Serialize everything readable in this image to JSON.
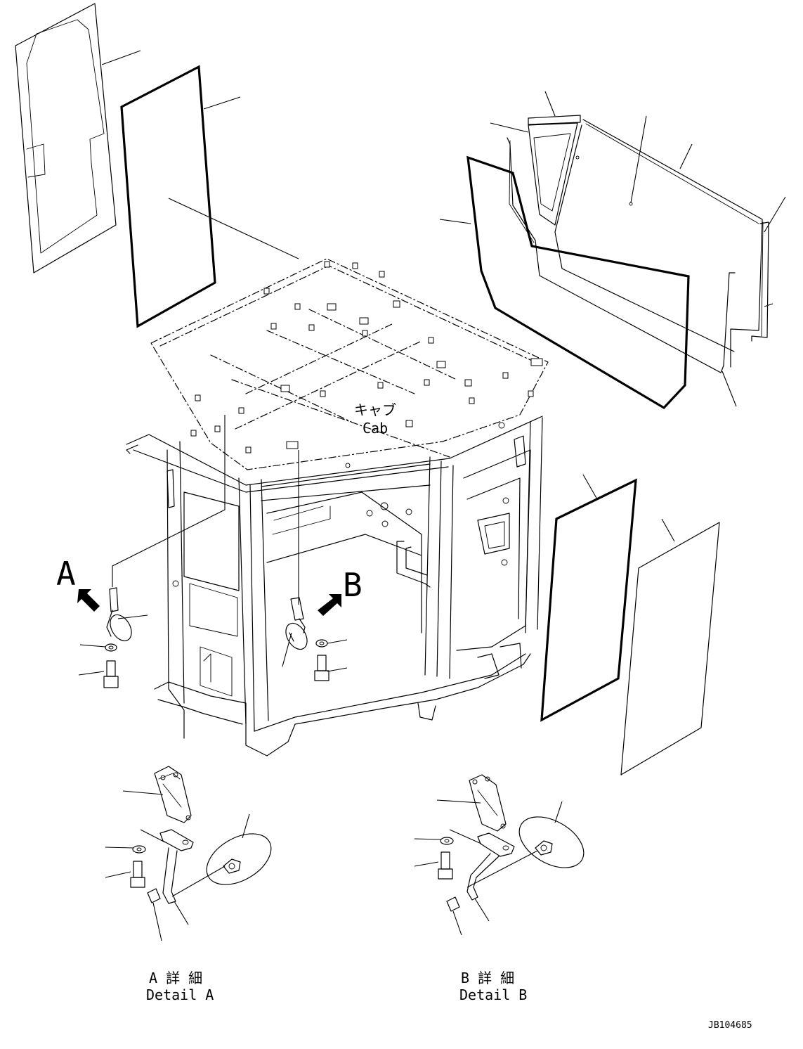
{
  "labels": {
    "cab_jp": "キャブ",
    "cab_en": "Cab",
    "view_a": "A",
    "view_b": "B",
    "detail_a_jp": "A 詳 細",
    "detail_a_en": "Detail A",
    "detail_b_jp": "B 詳 細",
    "detail_b_en": "Detail B",
    "drawing_number": "JB104685"
  }
}
